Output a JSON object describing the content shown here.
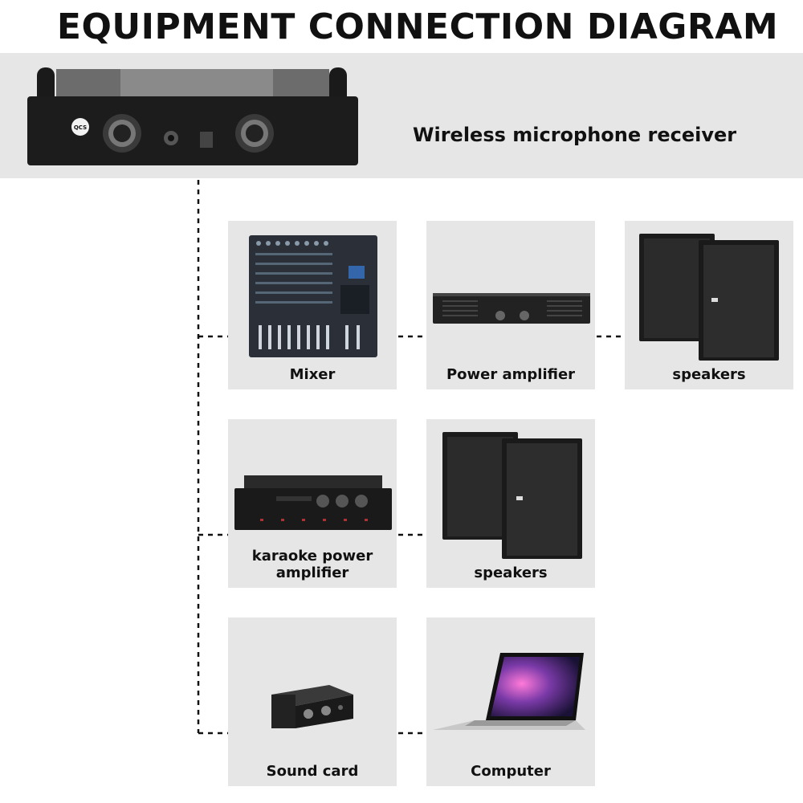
{
  "title": "EQUIPMENT CONNECTION DIAGRAM",
  "receiver": {
    "label": "Wireless microphone receiver",
    "badge": "QCS"
  },
  "rows": [
    {
      "items": [
        {
          "label": "Mixer"
        },
        {
          "label": "Power amplifier"
        },
        {
          "label": "speakers"
        }
      ]
    },
    {
      "items": [
        {
          "label": "karaoke power amplifier"
        },
        {
          "label": "speakers"
        }
      ]
    },
    {
      "items": [
        {
          "label": "Sound card"
        },
        {
          "label": "Computer"
        }
      ]
    }
  ]
}
